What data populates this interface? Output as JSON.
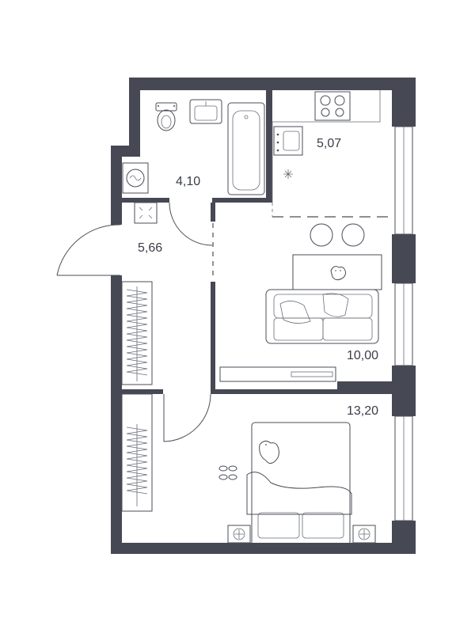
{
  "colors": {
    "wall": "#464953",
    "wall_dark": "#3d404a",
    "line": "#4a4d57",
    "background": "#ffffff",
    "label": "#3a3d48"
  },
  "rooms": [
    {
      "id": "bathroom",
      "area": "4,10"
    },
    {
      "id": "kitchen",
      "area": "5,07"
    },
    {
      "id": "hallway",
      "area": "5,66"
    },
    {
      "id": "living-room",
      "area": "10,00"
    },
    {
      "id": "bedroom",
      "area": "13,20"
    }
  ],
  "icons": [
    "toilet-icon",
    "sink-icon",
    "bathtub-icon",
    "washing-machine-icon",
    "stove-icon",
    "kitchen-sink-icon",
    "chair-icon",
    "table-icon",
    "sofa-icon",
    "tv-cabinet-icon",
    "wardrobe-icon",
    "bed-icon",
    "slippers-icon",
    "nightstand-icon",
    "cat-icon",
    "coat-hanger-icon",
    "ventilation-icon"
  ]
}
